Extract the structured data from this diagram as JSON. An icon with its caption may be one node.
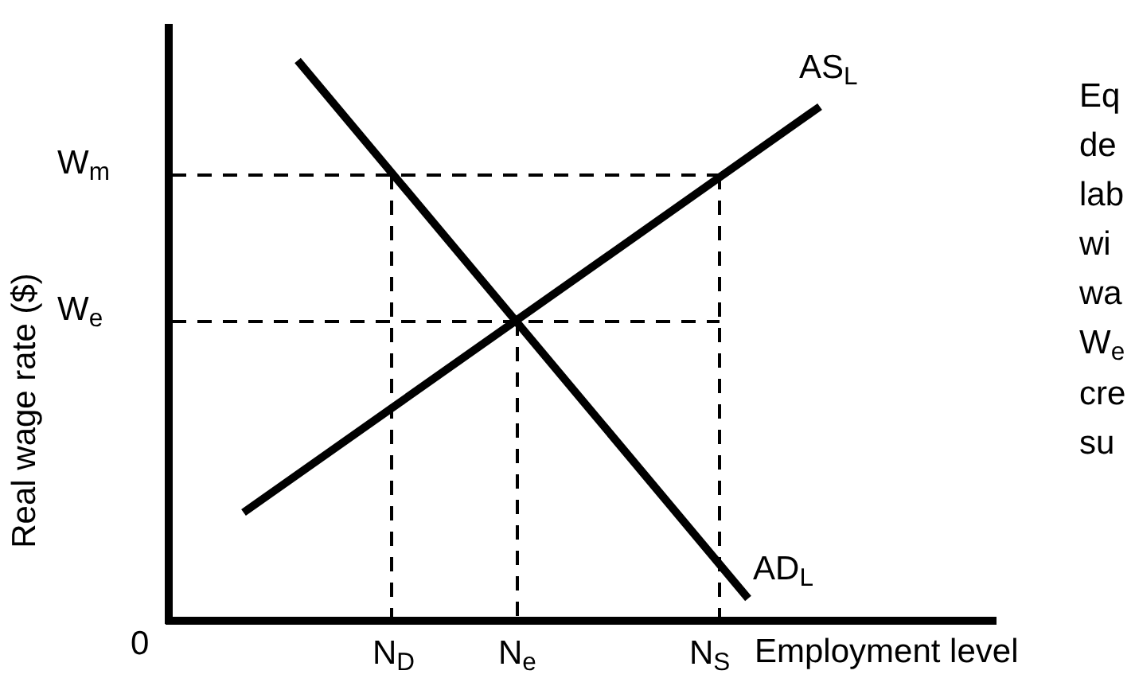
{
  "diagram": {
    "labels": [
      "AS$_{L}$",
      "W$_{m}$",
      "W$_{e}$",
      "Real wage rate ($)",
      "AD$_{L}$",
      "0",
      "N$_{D}$",
      "N$_{e}$",
      "N$_{S}$",
      "Employment level",
      "Eq",
      "de",
      "lab",
      "wi",
      "wa",
      "W$_{e}$",
      "cre",
      "su"
    ]
  }
}
